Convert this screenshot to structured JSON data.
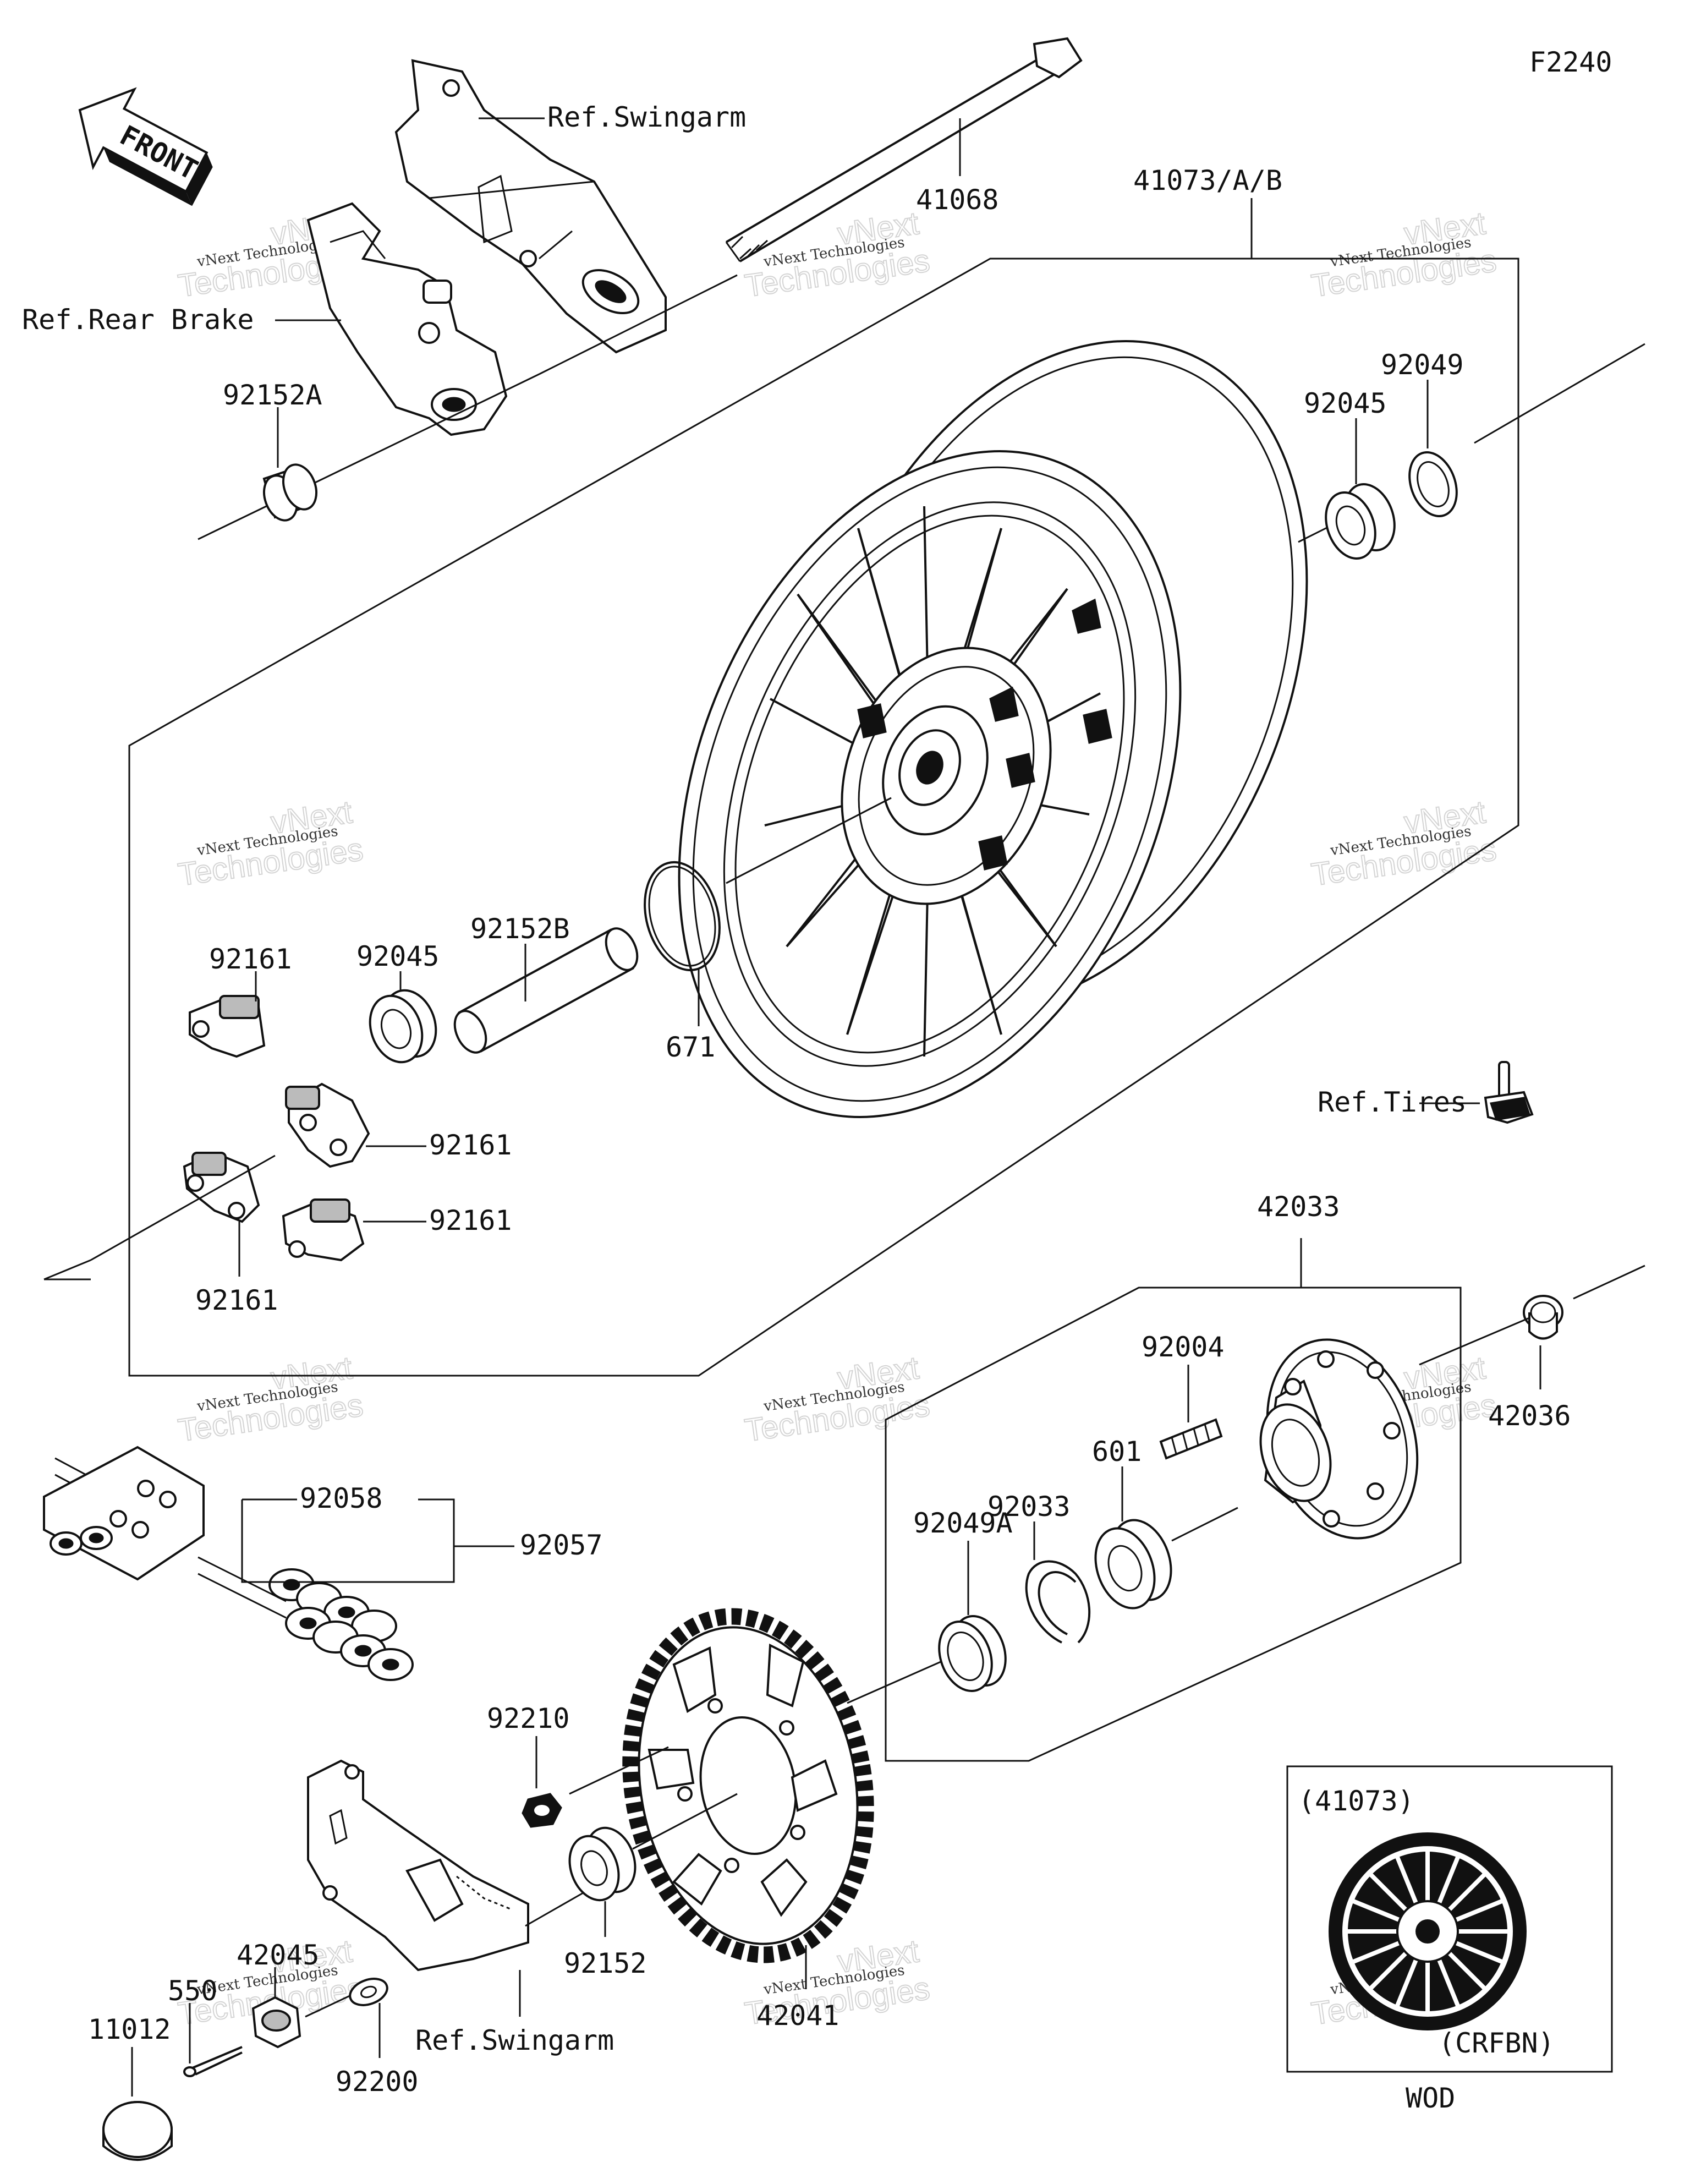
{
  "diagram_code": "F2240",
  "front_arrow": "FRONT",
  "labels": {
    "ref_swingarm_top": "Ref.Swingarm",
    "p41068": "41068",
    "p41073": "41073/A/B",
    "ref_rear_brake": "Ref.Rear Brake",
    "p92152A": "92152A",
    "p92049": "92049",
    "p92045_right": "92045",
    "p92152B": "92152B",
    "p92161_a": "92161",
    "p92045_left": "92045",
    "p92161_b": "92161",
    "p92161_c": "92161",
    "p92161_d": "92161",
    "p671": "671",
    "ref_tires": "Ref.Tires",
    "p42033": "42033",
    "p92004": "92004",
    "p42036": "42036",
    "p601": "601",
    "p92033": "92033",
    "p92049A": "92049A",
    "p92058": "92058",
    "p92057": "92057",
    "p92210": "92210",
    "p92152": "92152",
    "p42041": "42041",
    "p42045": "42045",
    "p550": "550",
    "p11012": "11012",
    "p92200": "92200",
    "ref_swingarm_bottom": "Ref.Swingarm",
    "inset_part": "(41073)",
    "inset_color": "(CRFBN)",
    "inset_caption": "WOD"
  },
  "watermark": {
    "line1": "vNext Technologies",
    "line2": "vNext",
    "line3": "Technologies"
  },
  "colors": {
    "ink": "#111111",
    "paper": "#ffffff",
    "watermark": "#d4d4d4"
  },
  "icons": [
    "front-arrow-icon",
    "wheel-icon",
    "sprocket-icon",
    "chain-icon",
    "bearing-icon",
    "valve-icon"
  ]
}
